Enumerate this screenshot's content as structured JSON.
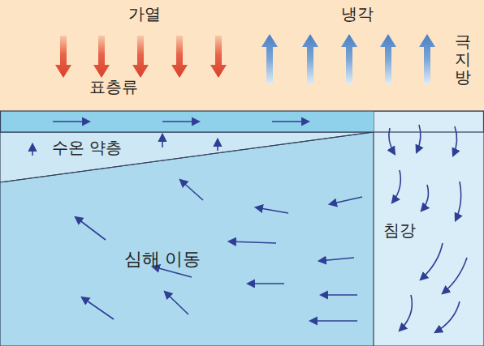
{
  "diagram": {
    "nodes": [
      {
        "text": [
          "가열",
          "냉각",
          "극지방",
          "표층류"
        ]
      },
      {
        "text": [
          "수온 약층"
        ]
      },
      {
        "text": [
          "심해 이동"
        ]
      },
      {
        "text": [
          "침강"
        ]
      }
    ]
  }
}
